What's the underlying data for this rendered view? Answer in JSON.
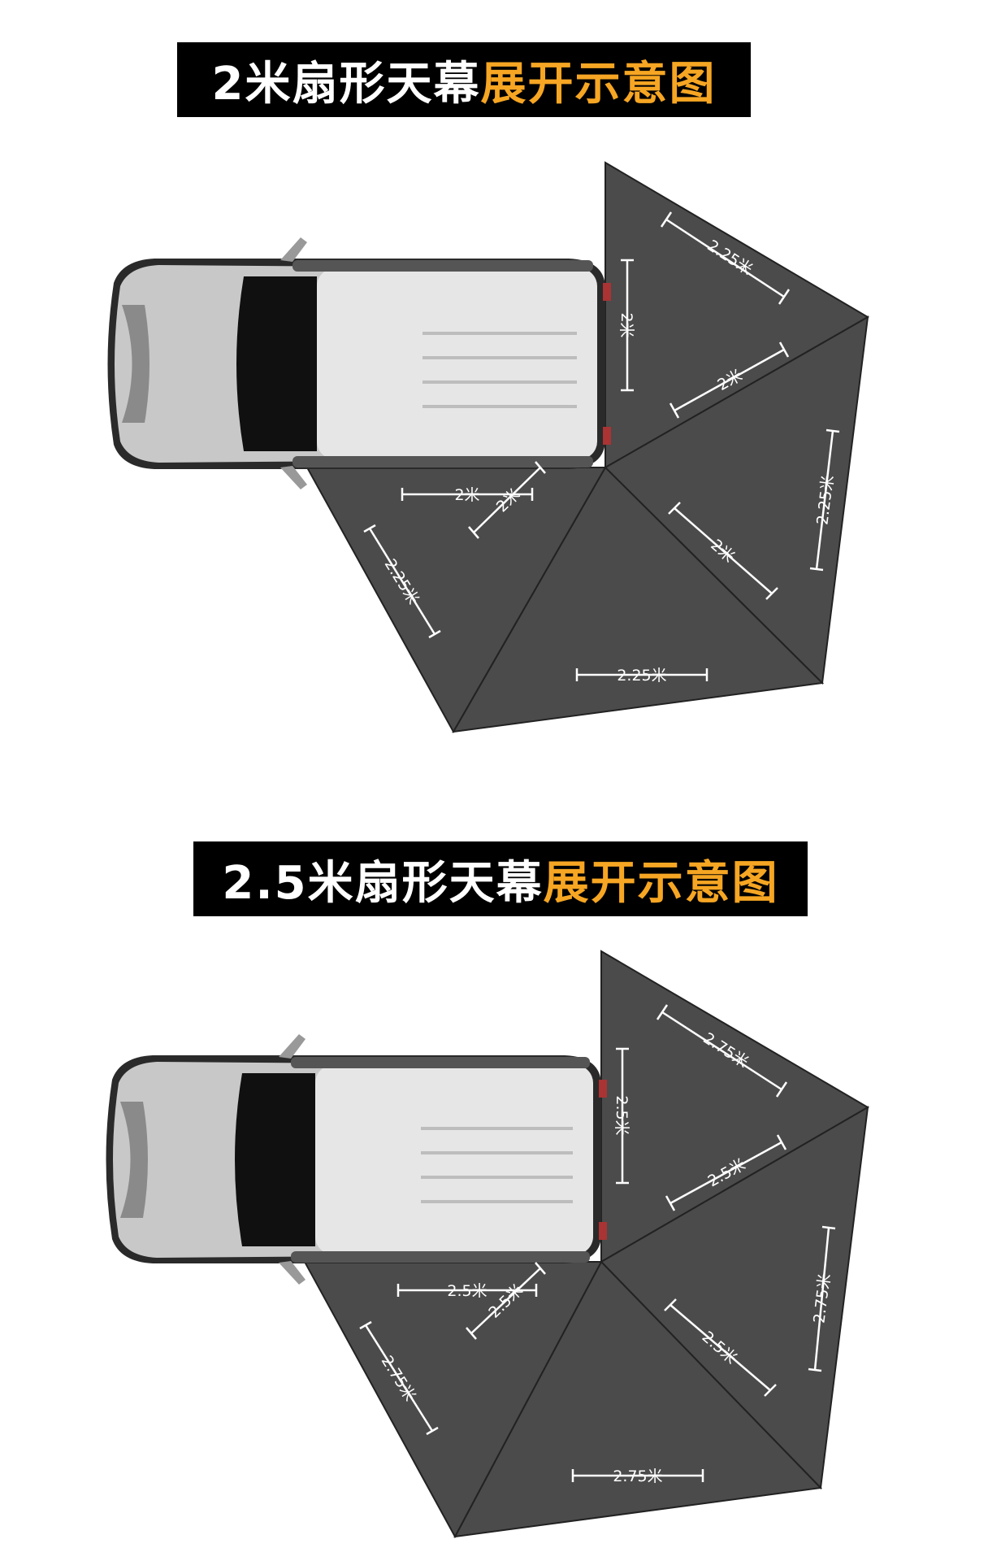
{
  "sections": [
    {
      "title_main": "2米扇形天幕",
      "title_highlight": "展开示意图",
      "labels": {
        "top_outer": "2.25米",
        "top_edge": "2米",
        "top_inner": "2米",
        "right_outer": "2.25米",
        "right_inner": "2米",
        "bottom_outer": "2.25米",
        "left_inner": "2米",
        "left_outer": "2.25米",
        "side_edge": "2米"
      }
    },
    {
      "title_main": "2.5米扇形天幕",
      "title_highlight": "展开示意图",
      "labels": {
        "top_outer": "2.75米",
        "top_edge": "2.5米",
        "top_inner": "2.5米",
        "right_outer": "2.75米",
        "right_inner": "2.5米",
        "bottom_outer": "2.75米",
        "left_inner": "2.5米",
        "left_outer": "2.75米",
        "side_edge": "2.5米"
      }
    }
  ],
  "colors": {
    "awning": "#4a4a4a",
    "banner_bg": "#000000",
    "banner_text": "#ffffff",
    "banner_highlight": "#f6a623",
    "car_body": "#c9c9c9"
  }
}
